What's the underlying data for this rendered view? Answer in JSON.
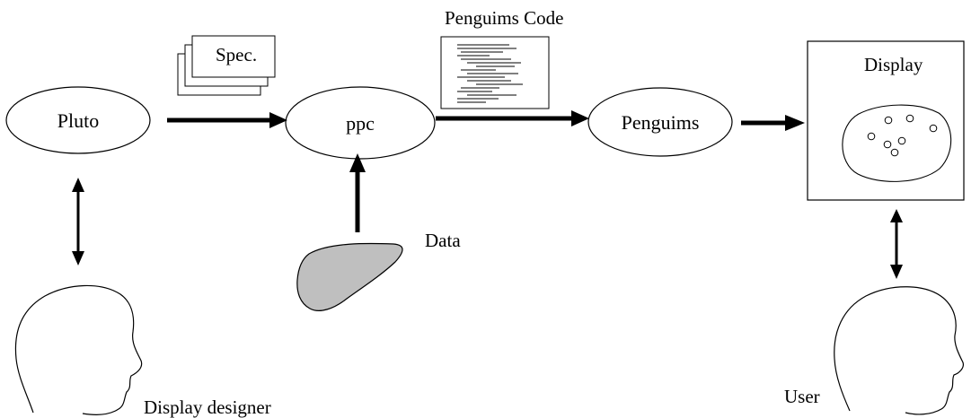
{
  "nodes": {
    "pluto": "Pluto",
    "ppc": "ppc",
    "penguims": "Penguims"
  },
  "labels": {
    "spec": "Spec.",
    "penguims_code": "Penguims Code",
    "display": "Display",
    "data": "Data",
    "display_designer": "Display designer",
    "user": "User"
  },
  "colors": {
    "line": "#000000",
    "background": "#ffffff",
    "data_blob_fill": "#bfbfbf"
  }
}
